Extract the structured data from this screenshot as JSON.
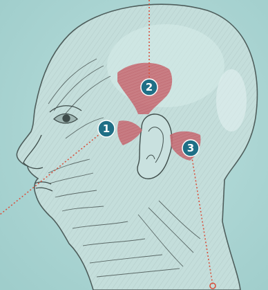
{
  "figure": {
    "subject": "head-muscles-illustration",
    "background_color": "#a9d3d1",
    "muscle_color": "#c86a72",
    "marker_color": "#1f6f86",
    "leader_line_color": "#d8513d",
    "markers": [
      {
        "id": "marker-1",
        "number": "1"
      },
      {
        "id": "marker-2",
        "number": "2"
      },
      {
        "id": "marker-3",
        "number": "3"
      }
    ]
  }
}
